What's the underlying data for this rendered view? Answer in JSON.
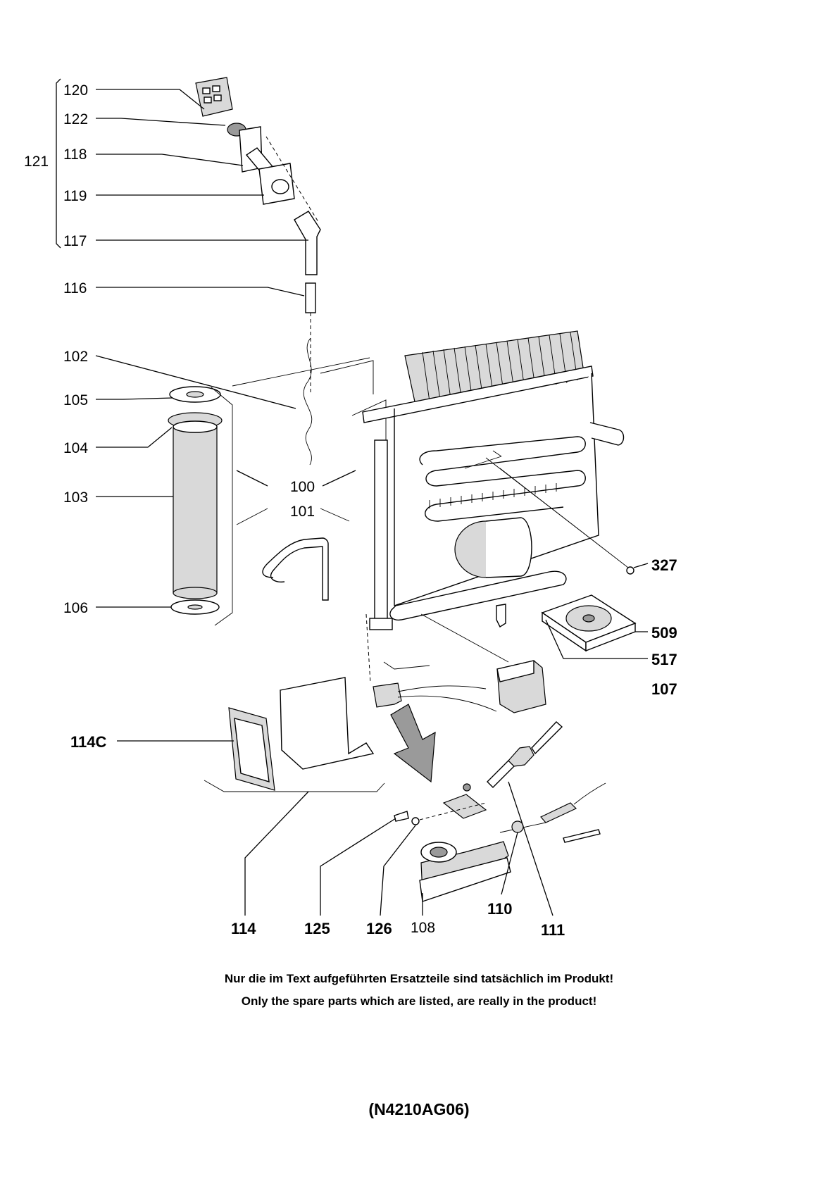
{
  "part_labels": {
    "p120": "120",
    "p122": "122",
    "p118": "118",
    "p121": "121",
    "p119": "119",
    "p117": "117",
    "p116": "116",
    "p102": "102",
    "p105": "105",
    "p104": "104",
    "p103": "103",
    "p100": "100",
    "p101": "101",
    "p106": "106",
    "p327": "327",
    "p509": "509",
    "p517": "517",
    "p107": "107",
    "p114C": "114C",
    "p114": "114",
    "p125": "125",
    "p126": "126",
    "p108": "108",
    "p110": "110",
    "p111": "111"
  },
  "notes": {
    "german": "Nur die im Text aufgeführten Ersatzteile sind tatsächlich im Produkt!",
    "english": "Only the spare parts which are listed, are really in the product!"
  },
  "drawing_code": "(N4210AG06)"
}
